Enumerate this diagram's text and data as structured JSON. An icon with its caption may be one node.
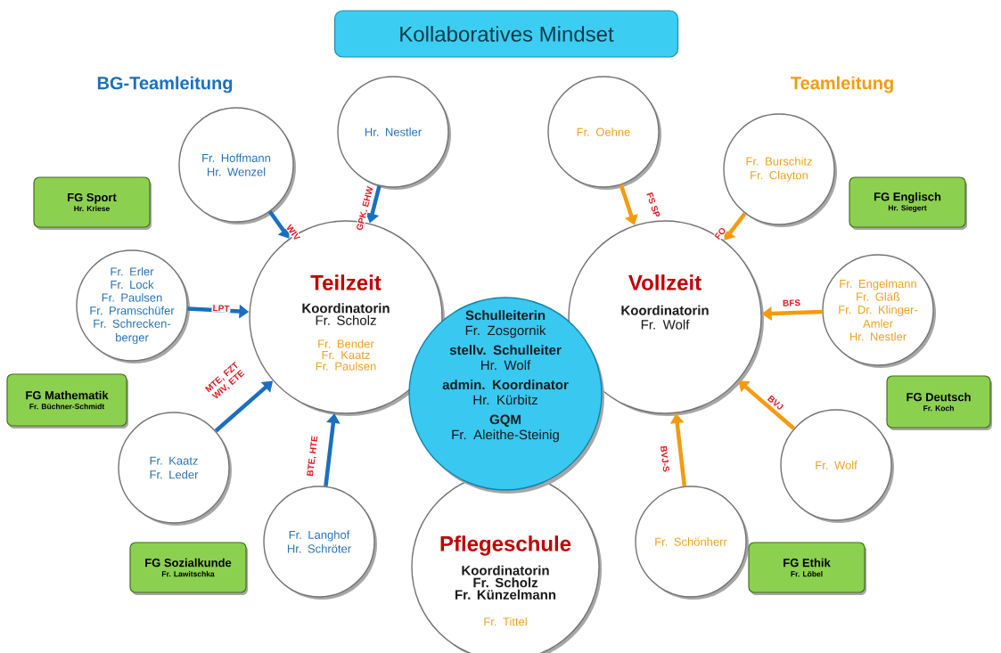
{
  "diagram": {
    "title": "Kollaboratives Mindset",
    "nodes": [
      {
        "text": [
          "Hr. Nestler"
        ]
      },
      {
        "text": [
          "Fr. Oehne"
        ]
      },
      {
        "text": [
          "Fr. Hoffmann",
          "Hr. Wenzel"
        ]
      },
      {
        "text": [
          "Fr. Burschitz",
          "Fr. Clayton"
        ]
      },
      {
        "text": [
          "FG Sport",
          "Hr. Kriese"
        ]
      },
      {
        "text": [
          "FG Englisch",
          "Hr. Siegert"
        ]
      },
      {
        "text": [
          "Teilzeit",
          "Koordinatorin",
          "Fr. Scholz",
          "Fr. Bender",
          "Fr. Kaatz",
          "Fr. Paulsen"
        ]
      },
      {
        "text": [
          "Fr. Erler",
          "Fr. Lock",
          "Fr. Paulsen",
          "Fr. Pramschüfer",
          "Fr. Schrecken-berger"
        ]
      },
      {
        "text": [
          "Vollzeit",
          "Koordinatorin",
          "Fr. Wolf"
        ]
      },
      {
        "text": [
          "Fr. Engelmann",
          "Fr. Gläß",
          "Fr. Dr. Klinger-Amler",
          "Hr. Nestler"
        ]
      },
      {
        "text": [
          "Schulleiterin",
          "Fr. Zosgornik",
          "stellv. Schulleiter",
          "Hr. Wolf",
          "admin. Koordinator",
          "Hr. Kürbitz",
          "GQM",
          "Fr. Aleithe-Steinig"
        ]
      },
      {
        "text": [
          "FG Mathematik",
          "Fr. Büchner-Schmidt"
        ]
      },
      {
        "text": [
          "FG Deutsch",
          "Fr. Koch"
        ]
      },
      {
        "text": [
          "Fr. Kaatz",
          "Fr. Leder"
        ]
      },
      {
        "text": [
          "Fr. Wolf"
        ]
      },
      {
        "text": [
          "Pflegeschule",
          "Koordinatorin",
          "Fr. Scholz",
          "Fr. Künzelmann",
          "Fr. Tittel"
        ]
      },
      {
        "text": [
          "Fr. Langhof",
          "Hr. Schröter"
        ]
      },
      {
        "text": [
          "Fr. Schönherr"
        ]
      },
      {
        "text": [
          "FG Sozialkunde",
          "Fr. Lawitschka"
        ]
      },
      {
        "text": [
          "FG Ethik",
          "Fr. Löbel"
        ]
      }
    ],
    "edges": [
      {
        "from": 2,
        "to": 6,
        "arrow": "to",
        "label": "WIV",
        "color": "#1a6fc0"
      },
      {
        "from": 0,
        "to": 6,
        "arrow": "to",
        "label": "GPK. EHW",
        "color": "#1a6fc0"
      },
      {
        "from": 7,
        "to": 6,
        "arrow": "to",
        "label": "LPT",
        "color": "#1a6fc0"
      },
      {
        "from": 13,
        "to": 6,
        "arrow": "to",
        "label": "MTE, FZT WIV, ETE",
        "color": "#1a6fc0"
      },
      {
        "from": 16,
        "to": 6,
        "arrow": "to",
        "label": "BTE, HTE",
        "color": "#1a6fc0"
      },
      {
        "from": 1,
        "to": 8,
        "arrow": "to",
        "label": "FS SP",
        "color": "#f59a10"
      },
      {
        "from": 3,
        "to": 8,
        "arrow": "to",
        "label": "FO",
        "color": "#f59a10"
      },
      {
        "from": 9,
        "to": 8,
        "arrow": "to",
        "label": "BFS",
        "color": "#f59a10"
      },
      {
        "from": 14,
        "to": 8,
        "arrow": "to",
        "label": "BVJ",
        "color": "#f59a10"
      },
      {
        "from": 17,
        "to": 8,
        "arrow": "to",
        "label": "BVJ-S",
        "color": "#f59a10"
      }
    ],
    "labels": [
      "BG-Teamleitung",
      "Teamleitung"
    ]
  }
}
